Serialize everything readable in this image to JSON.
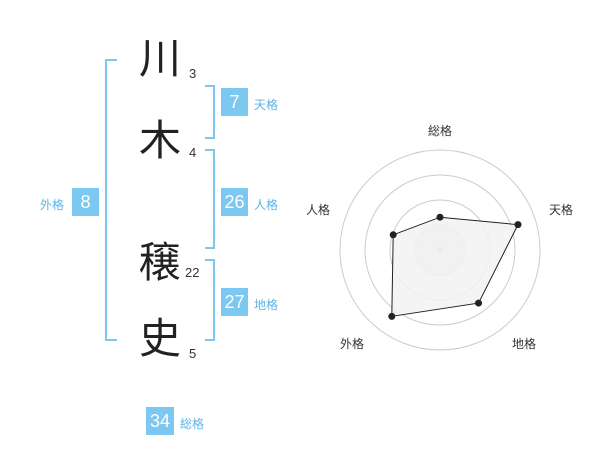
{
  "name": {
    "chars": [
      {
        "char": "川",
        "strokes": "3"
      },
      {
        "char": "木",
        "strokes": "4"
      },
      {
        "char": "穣",
        "strokes": "22"
      },
      {
        "char": "史",
        "strokes": "5"
      }
    ]
  },
  "fortunes": {
    "tenkaku": {
      "value": "7",
      "label": "天格"
    },
    "jinkaku": {
      "value": "26",
      "label": "人格"
    },
    "chikaku": {
      "value": "27",
      "label": "地格"
    },
    "gaikaku": {
      "value": "8",
      "label": "外格"
    },
    "soukaku": {
      "value": "34",
      "label": "総格"
    }
  },
  "radar": {
    "axes": [
      "総格",
      "天格",
      "地格",
      "外格",
      "人格"
    ],
    "values": [
      2,
      5,
      4,
      5,
      3
    ],
    "max": 5,
    "rings": 4,
    "fill_color": "#f2f2f2",
    "line_color": "#222222",
    "ring_color": "#cccccc"
  },
  "colors": {
    "accent": "#7dc8f0",
    "bracket": "#7dc8f0",
    "label": "#5ab5e8"
  }
}
